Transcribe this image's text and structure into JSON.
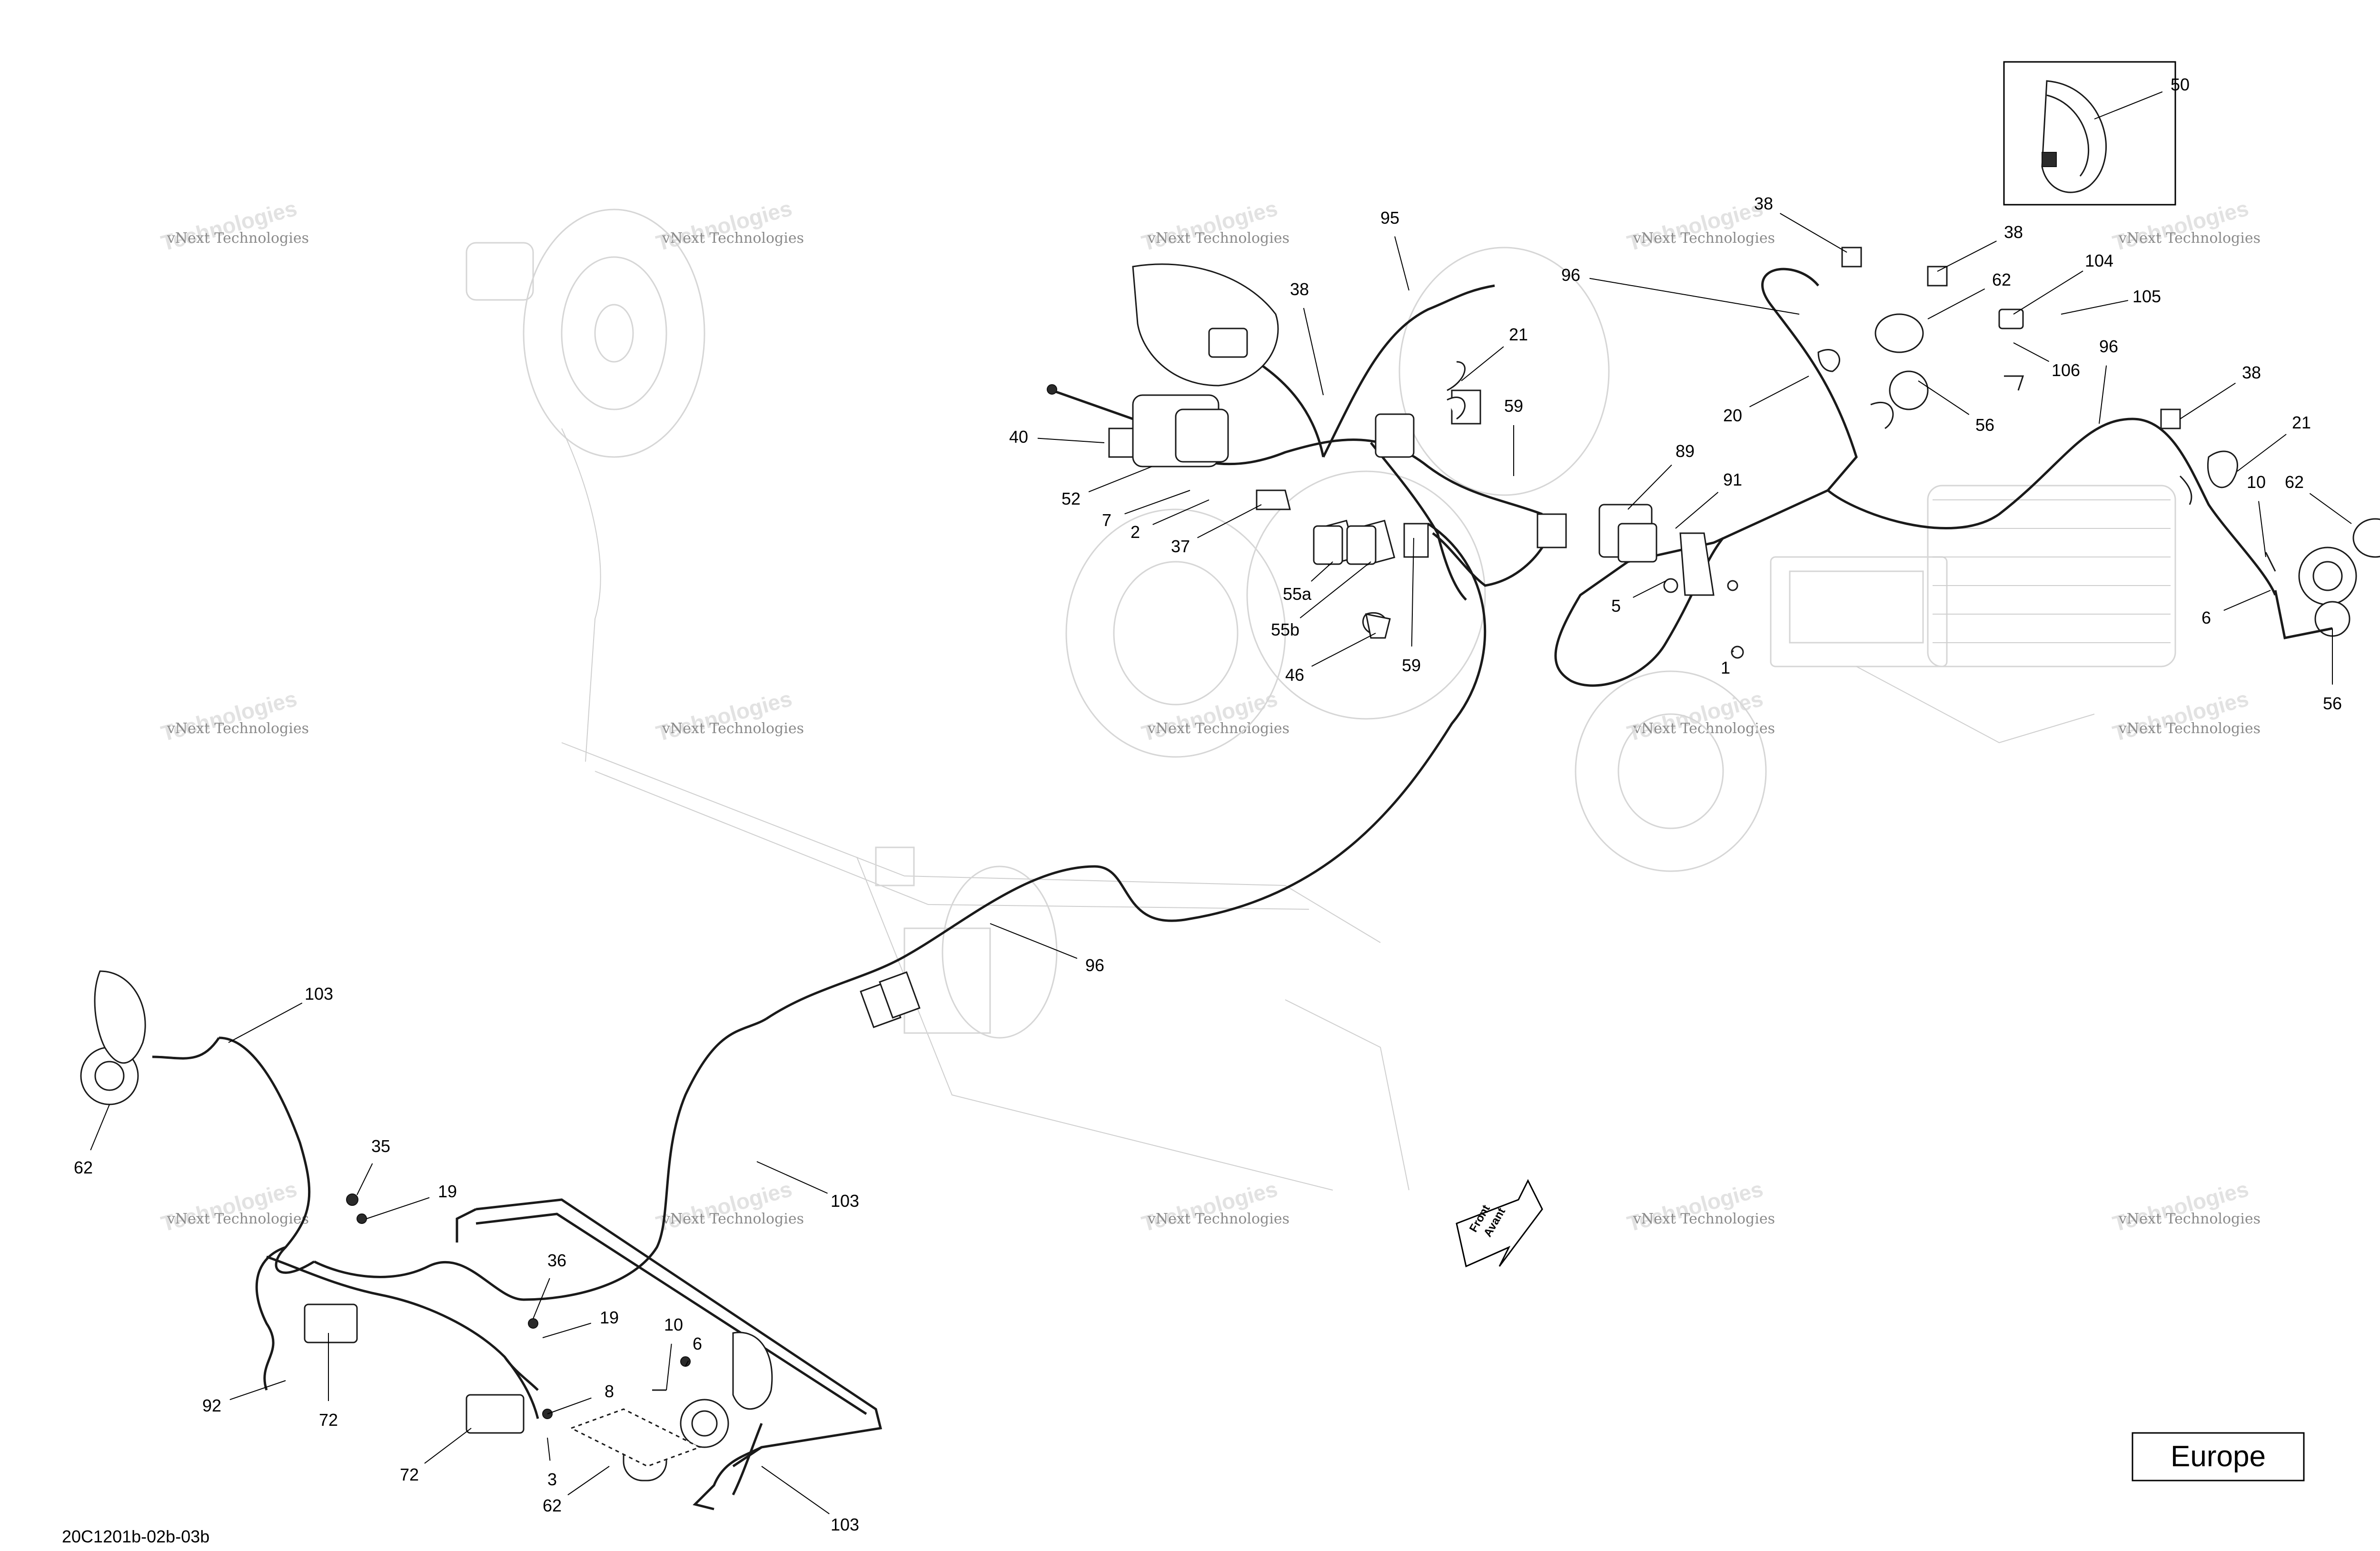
{
  "diagram": {
    "drawing_code": "20C1201b-02b-03b",
    "region_label": "Europe",
    "direction_arrow": {
      "line1": "Front",
      "line2": "Avant"
    },
    "watermark": {
      "line1": "vNext Technologies",
      "line2": "Technologies"
    },
    "callouts": [
      "50",
      "38",
      "38",
      "62",
      "104",
      "105",
      "106",
      "96",
      "56",
      "20",
      "38",
      "96",
      "21",
      "62",
      "10",
      "6",
      "56",
      "95",
      "38",
      "21",
      "59",
      "89",
      "91",
      "40",
      "52",
      "7",
      "2",
      "37",
      "55a",
      "55b",
      "46",
      "59",
      "5",
      "1",
      "96",
      "103",
      "62",
      "35",
      "19",
      "103",
      "36",
      "19",
      "10",
      "6",
      "8",
      "92",
      "72",
      "72",
      "3",
      "62",
      "103"
    ]
  }
}
